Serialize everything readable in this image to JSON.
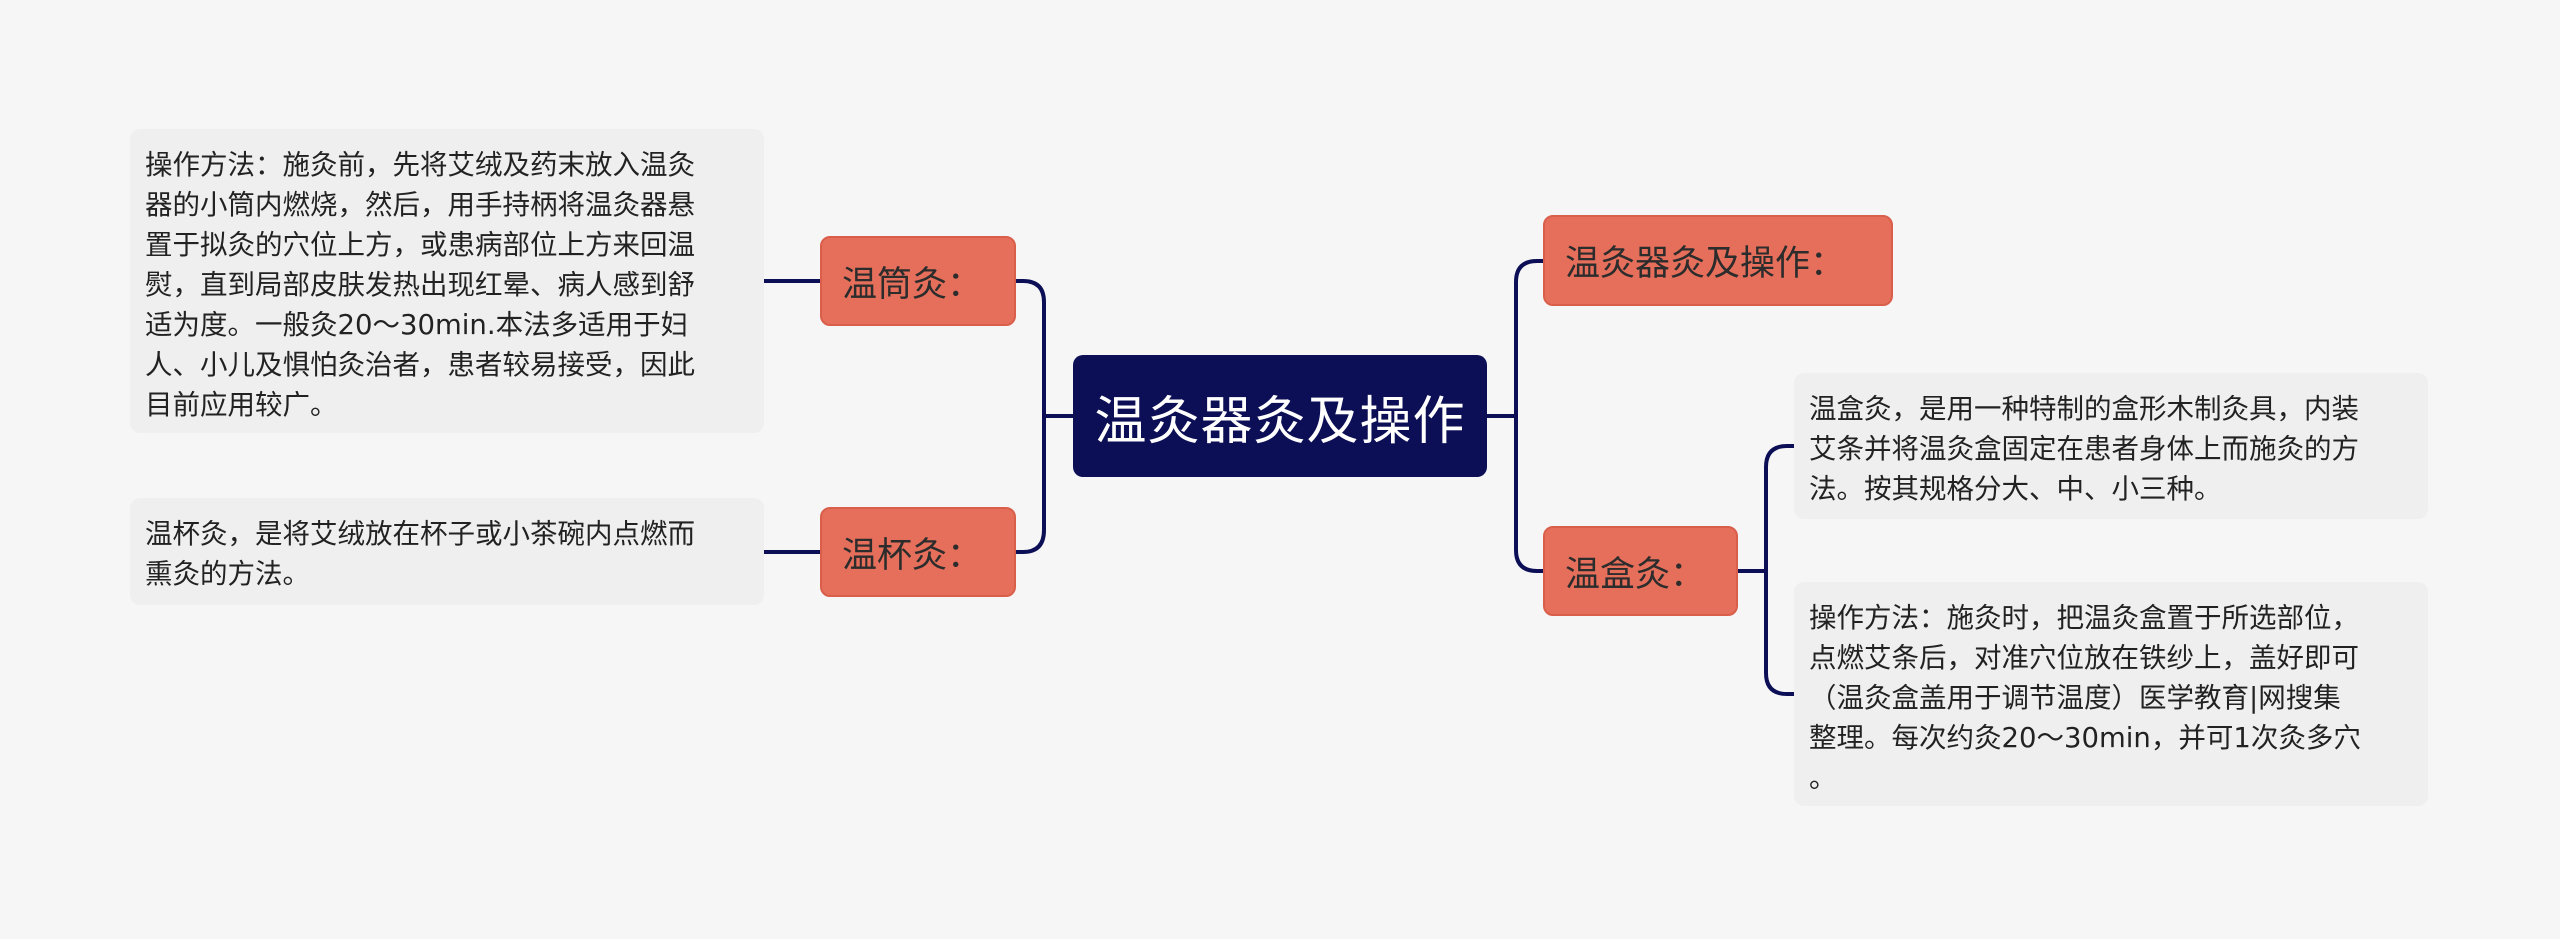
{
  "central": {
    "label": "温灸器灸及操作"
  },
  "branches": {
    "wentong": {
      "label": "温筒灸："
    },
    "wenbei": {
      "label": "温杯灸："
    },
    "qijiu": {
      "label": "温灸器灸及操作："
    },
    "wenhe": {
      "label": "温盒灸："
    }
  },
  "leaves": {
    "wentong_method": {
      "text": "操作方法：施灸前，先将艾绒及药末放入温灸\n器的小筒内燃烧，然后，用手持柄将温灸器悬\n置于拟灸的穴位上方，或患病部位上方来回温\n熨，直到局部皮肤发热出现红晕、病人感到舒\n适为度。一般灸20～30min.本法多适用于妇\n人、小儿及惧怕灸治者，患者较易接受，因此\n目前应用较广。"
    },
    "wenbei_desc": {
      "text": "温杯灸，是将艾绒放在杯子或小茶碗内点燃而\n熏灸的方法。"
    },
    "wenhe_desc": {
      "text": "温盒灸，是用一种特制的盒形木制灸具，内装\n艾条并将温灸盒固定在患者身体上而施灸的方\n法。按其规格分大、中、小三种。"
    },
    "wenhe_method": {
      "text": "操作方法：施灸时，把温灸盒置于所选部位，\n点燃艾条后，对准穴位放在铁纱上，盖好即可\n（温灸盒盖用于调节温度）医学教育|网搜集\n整理。每次约灸20～30min，并可1次灸多穴\n。"
    }
  },
  "colors": {
    "background": "#f6f6f7",
    "central_fill": "#0c0f55",
    "branch_fill": "#e56f5b",
    "leaf_fill": "#efefef",
    "connector": "#0c0f55"
  }
}
